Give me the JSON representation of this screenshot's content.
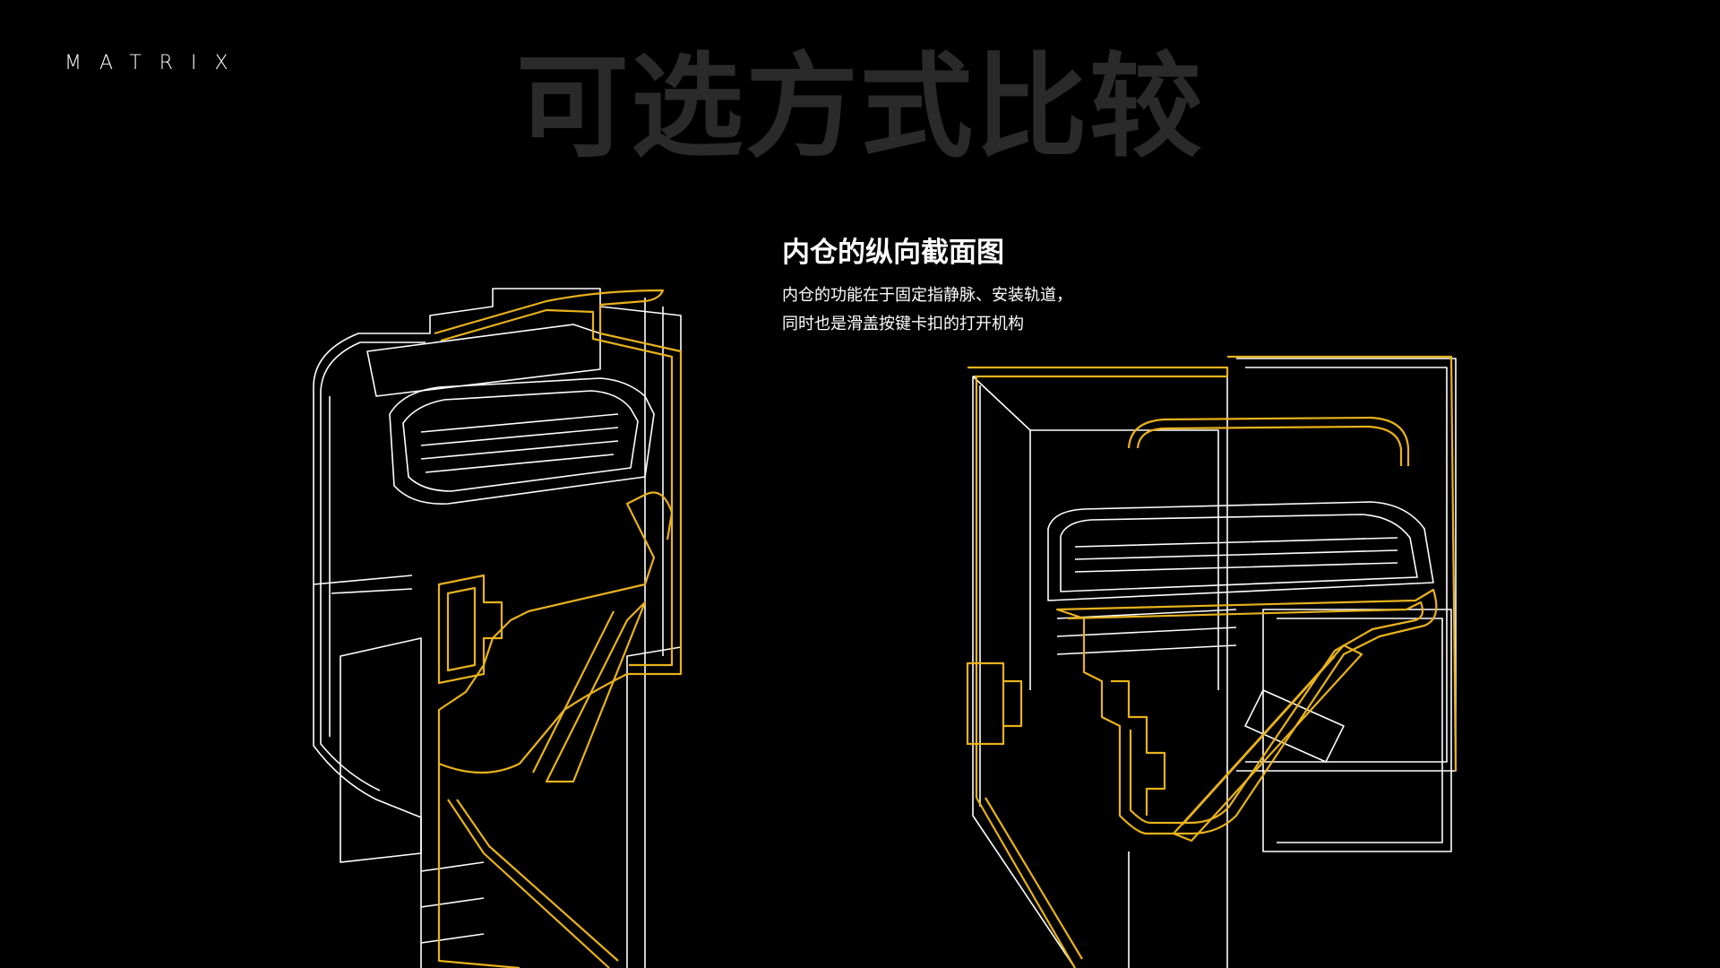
{
  "brand": {
    "logo_text": "MATRIX"
  },
  "page": {
    "title": "可选方式比较",
    "subtitle": "内仓的纵向截面图",
    "description": [
      "内仓的功能在于固定指静脉、安装轨道，",
      "同时也是滑盖按键卡扣的打开机构"
    ]
  },
  "colors": {
    "background": "#000000",
    "title_gray": "#2a2a2a",
    "section_highlight": "#e8b21c",
    "wireframe": "#ffffff"
  },
  "figures": [
    {
      "name": "left-cross-section",
      "view": "perspective-front"
    },
    {
      "name": "right-cross-section",
      "view": "perspective-side"
    }
  ]
}
